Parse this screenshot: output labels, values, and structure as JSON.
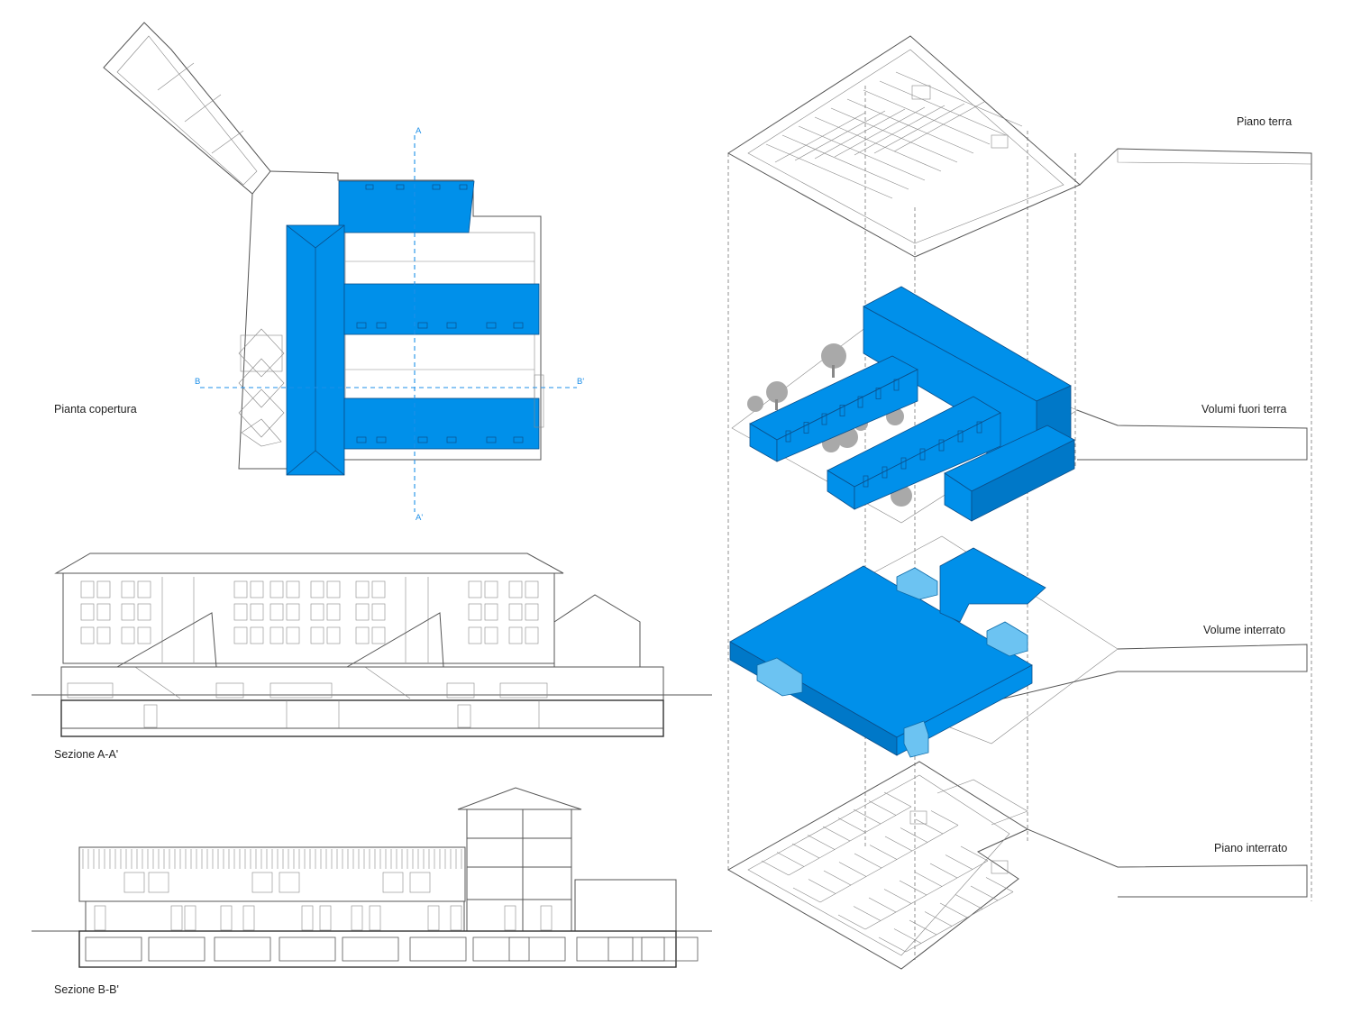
{
  "labels": {
    "roof_plan": "Pianta copertura",
    "section_aa": "Sezione A-A'",
    "section_bb": "Sezione B-B'",
    "ground_floor": "Piano terra",
    "above_ground_volumes": "Volumi fuori terra",
    "underground_volume": "Volume interrato",
    "underground_floor": "Piano interrato"
  },
  "section_marks": {
    "a_top": "A",
    "a_bottom": "A'",
    "b_left": "B",
    "b_right": "B'"
  },
  "colors": {
    "accent": "#0090ea",
    "accent_dark": "#0078c8",
    "accent_light": "#6cc3f2",
    "cut_line": "#1d8fe8",
    "line": "#555555"
  }
}
